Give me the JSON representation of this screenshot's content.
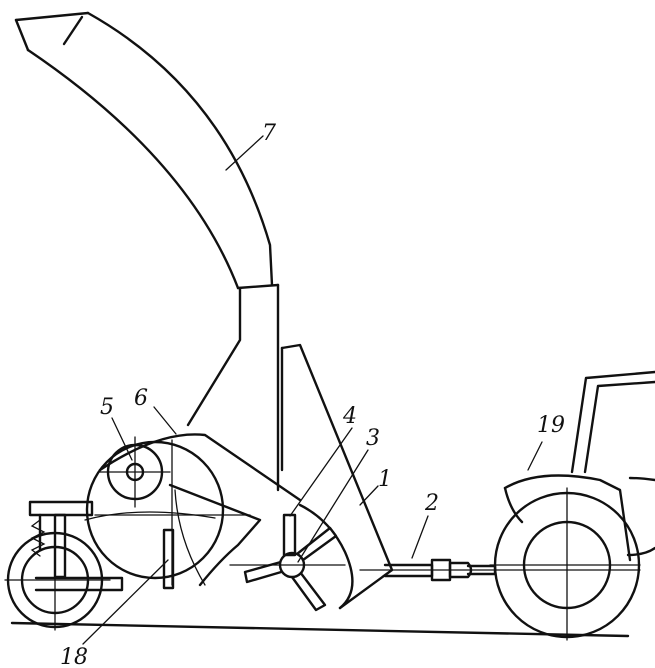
{
  "callouts": {
    "c1": "1",
    "c2": "2",
    "c3": "3",
    "c4": "4",
    "c5": "5",
    "c6": "6",
    "c7": "7",
    "c18": "18",
    "c19": "19"
  }
}
